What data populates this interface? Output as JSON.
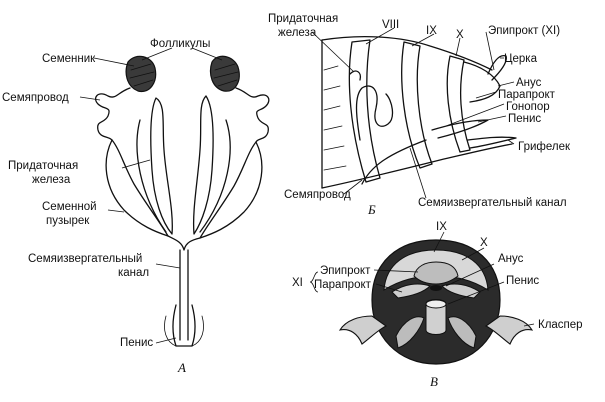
{
  "panel_a": {
    "letter": "А",
    "labels": {
      "testis": "Семенник",
      "follicles": "Фолликулы",
      "vas_deferens": "Семяпровод",
      "accessory_gland_1": "Придаточная",
      "accessory_gland_2": "железа",
      "seminal_vesicle_1": "Семенной",
      "seminal_vesicle_2": "пузырек",
      "ejaculatory_duct_1": "Семяизвергательный",
      "ejaculatory_duct_2": "канал",
      "penis": "Пенис"
    }
  },
  "panel_b": {
    "letter": "Б",
    "labels": {
      "accessory_gland_1": "Придаточная",
      "accessory_gland_2": "железа",
      "seg_viii": "VIII",
      "seg_ix": "IX",
      "seg_x": "X",
      "epiproct": "Эпипрокт (XI)",
      "cercus": "Церка",
      "anus": "Анус",
      "paraproct": "Парапрокт",
      "gonopore": "Гонопор",
      "penis": "Пенис",
      "stylus": "Грифелек",
      "vas_deferens": "Семяпровод",
      "ejaculatory_duct": "Семяизвергательный канал"
    }
  },
  "panel_v": {
    "letter": "В",
    "labels": {
      "seg_ix": "IX",
      "seg_x": "X",
      "seg_xi": "XI",
      "epiproct": "Эпипрокт",
      "paraproct": "Парапрокт",
      "anus": "Анус",
      "penis": "Пенис",
      "clasper": "Класпер"
    }
  }
}
